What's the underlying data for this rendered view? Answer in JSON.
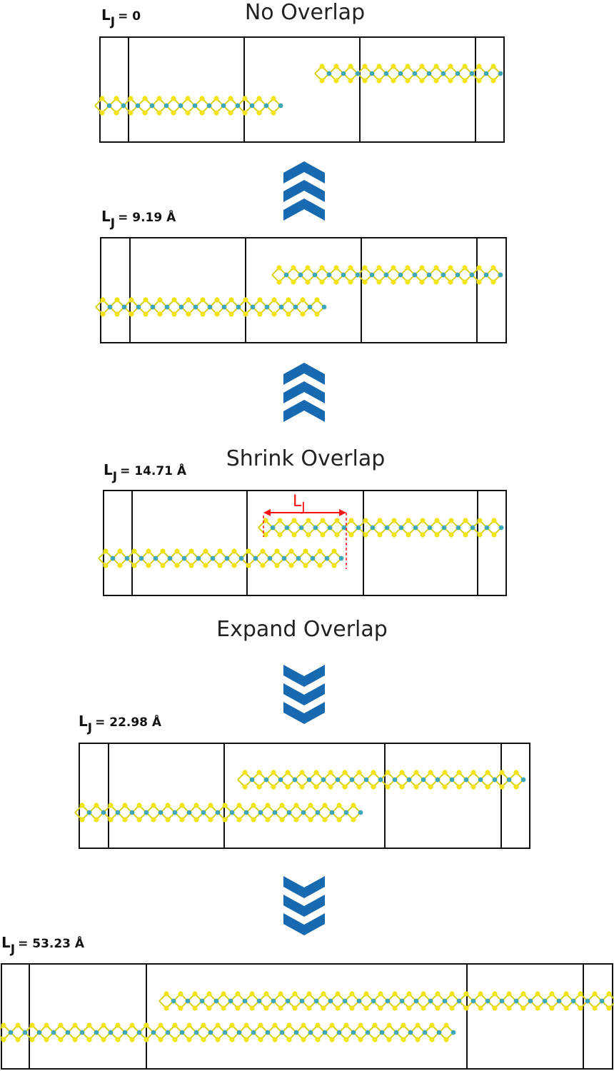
{
  "captions": {
    "no_overlap": "No Overlap",
    "shrink_overlap": "Shrink Overlap",
    "expand_overlap": "Expand Overlap"
  },
  "junction_symbol": {
    "main": "L",
    "sub": "J"
  },
  "panels": [
    {
      "label_main": "L",
      "label_sub": "J",
      "label_value": "= 0"
    },
    {
      "label_main": "L",
      "label_sub": "J",
      "label_value": "= 9.19 Å"
    },
    {
      "label_main": "L",
      "label_sub": "J",
      "label_value": "= 14.71 Å"
    },
    {
      "label_main": "L",
      "label_sub": "J",
      "label_value": "= 22.98 Å"
    },
    {
      "label_main": "L",
      "label_sub": "J",
      "label_value": "= 53.23 Å"
    }
  ],
  "arrows": [
    {
      "direction": "up"
    },
    {
      "direction": "up"
    },
    {
      "direction": "down"
    },
    {
      "direction": "down"
    }
  ],
  "colors": {
    "frame": "#111111",
    "sulfur": "#f2e414",
    "metal": "#3ea8b8",
    "bond_sulfur": "#d9d21c",
    "bond_metal": "#6cc1cc",
    "arrow": "#1769b0",
    "dimension": "#ff1010"
  }
}
